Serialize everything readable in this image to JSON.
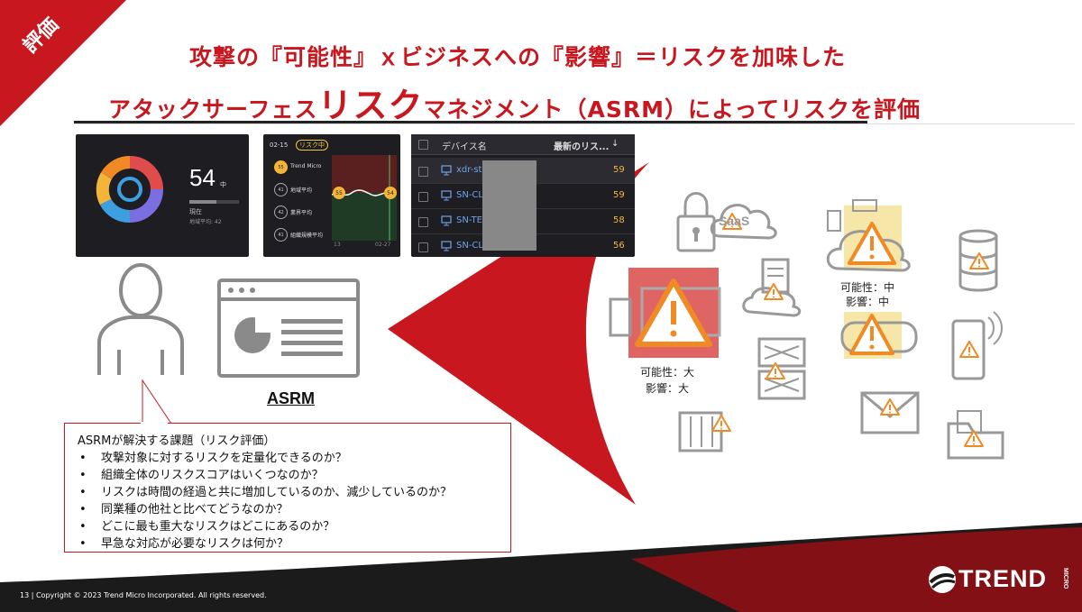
{
  "tag": {
    "label": "評価"
  },
  "title": {
    "line1": "攻撃の『可能性』ｘビジネスへの『影響』＝リスクを加味した",
    "line2_a": "アタックサーフェス",
    "line2_b": "リスク",
    "line2_c": "マネジメント（ASRM）によってリスクを評価"
  },
  "widget_score": {
    "value": "54",
    "unit": "中",
    "now_label": "現在",
    "avg_label": "地域平均: 42"
  },
  "widget_trend": {
    "date": "02-15",
    "badge": "リスク中",
    "rows": [
      {
        "score": "55",
        "label": "Trend Micro"
      },
      {
        "score": "41",
        "label": "地域平均"
      },
      {
        "score": "42",
        "label": "業界平均"
      },
      {
        "score": "41",
        "label": "組織規模平均"
      }
    ],
    "marker_a": "55",
    "marker_b": "54",
    "axis_left": "13",
    "axis_right": "02-27"
  },
  "device_table": {
    "col_name": "デバイス名",
    "col_score": "最新のリス...",
    "sort_icon": "↓",
    "rows": [
      {
        "name": "xdr-st",
        "score": "59"
      },
      {
        "name": "SN-CL",
        "score": "59"
      },
      {
        "name": "SN-TE",
        "score": "58"
      },
      {
        "name": "SN-CL",
        "score": "56"
      }
    ]
  },
  "asrm_label": "ASRM",
  "callout": {
    "title": "ASRMが解決する課題（リスク評価）",
    "bullets": [
      "攻撃対象に対するリスクを定量化できるのか？",
      "組織全体のリスクスコアはいくつなのか？",
      "リスクは時間の経過と共に増加しているのか、減少しているのか？",
      "同業種の他社と比べてどうなのか？",
      "どこに最も重大なリスクはどこにあるのか？",
      "早急な対応が必要なリスクは何か？"
    ]
  },
  "risk_labels": {
    "high_possibility": "可能性：大",
    "high_impact": "影響：大",
    "mid_possibility": "可能性：中",
    "mid_impact": "影響：中",
    "saas": "SaaS"
  },
  "footer": {
    "text": "13 | Copyright © 2023 Trend Micro Incorporated. All rights reserved."
  },
  "brand": {
    "name": "TREND",
    "sub": "MICRO"
  },
  "colors": {
    "brand_red": "#c8171e",
    "warning_orange": "#f08a24",
    "warning_bg_yellow": "#f6e7a8",
    "high_risk_bg": "#d94a4a"
  }
}
